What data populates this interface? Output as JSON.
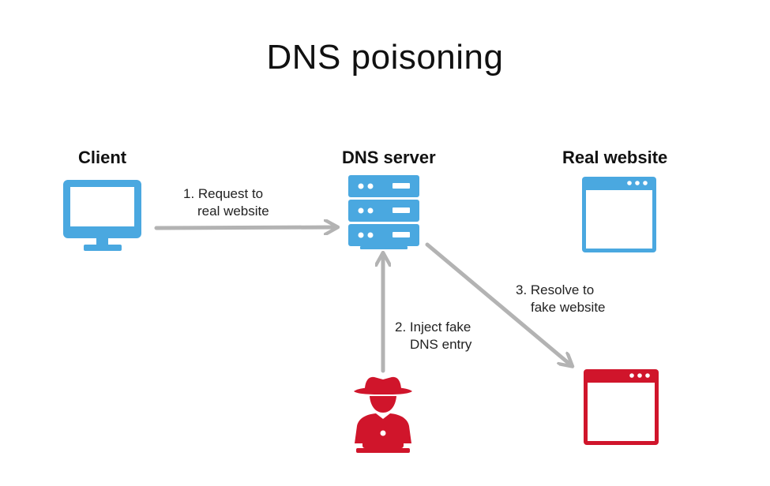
{
  "title": "DNS poisoning",
  "nodes": {
    "client": {
      "label": "Client"
    },
    "dns_server": {
      "label": "DNS server"
    },
    "real_website": {
      "label": "Real website"
    }
  },
  "steps": {
    "step1": {
      "line1": "1. Request to",
      "line2": "real website"
    },
    "step2": {
      "line1": "2. Inject fake",
      "line2": "DNS entry"
    },
    "step3": {
      "line1": "3. Resolve to",
      "line2": "fake website"
    }
  },
  "colors": {
    "blue": "#4aa8e0",
    "red": "#d0152b",
    "arrow": "#b3b3b3",
    "text": "#111111"
  },
  "icons": {
    "client": "monitor-icon",
    "dns_server": "server-rack-icon",
    "real_website": "browser-window-icon",
    "attacker": "hacker-icon",
    "fake_website": "browser-window-icon"
  }
}
